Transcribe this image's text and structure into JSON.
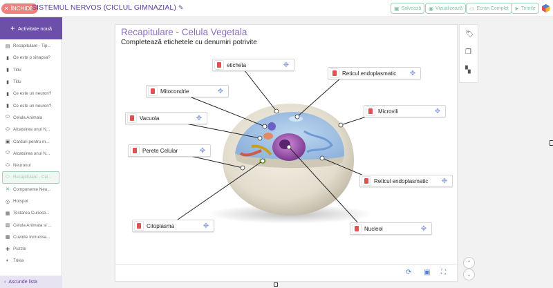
{
  "header": {
    "close_label": "ÎNCHIDE",
    "title": "SISTEMUL NERVOS (CICLUL GIMNAZIAL)",
    "buttons": [
      {
        "label": "Salvează",
        "icon": "save-icon"
      },
      {
        "label": "Vizualizează",
        "icon": "eye-icon"
      },
      {
        "label": "Ecran Complet",
        "icon": "monitor-icon"
      },
      {
        "label": "Trimite",
        "icon": "send-icon"
      }
    ]
  },
  "sidebar": {
    "new_activity": "Activitate nouă",
    "items": [
      {
        "label": "Recapitulare - Tip...",
        "icon": "slide-icon"
      },
      {
        "label": "Ce este o sinapsa?",
        "icon": "doc-icon"
      },
      {
        "label": "Titlu",
        "icon": "doc-icon"
      },
      {
        "label": "Titlu",
        "icon": "doc-icon"
      },
      {
        "label": "Ce este un neuron?",
        "icon": "doc-icon"
      },
      {
        "label": "Ce este un neuron?",
        "icon": "doc-icon"
      },
      {
        "label": "Celula Animala",
        "icon": "tag-icon"
      },
      {
        "label": "Alcatuirea unui N...",
        "icon": "tag-icon"
      },
      {
        "label": "Carduri pentru m...",
        "icon": "cards-icon"
      },
      {
        "label": "Alcatuirea unui N...",
        "icon": "tag-icon"
      },
      {
        "label": "Neuronul",
        "icon": "tag-icon"
      },
      {
        "label": "Recapitulare - Cel...",
        "icon": "tag-icon"
      },
      {
        "label": "Componente Neu...",
        "icon": "cross-icon"
      },
      {
        "label": "Hotspot",
        "icon": "target-icon"
      },
      {
        "label": "Testarea Cunosti...",
        "icon": "quiz-icon"
      },
      {
        "label": "Celula Animata si ...",
        "icon": "chart-icon"
      },
      {
        "label": "Cuvinte Incrucisa...",
        "icon": "grid-icon"
      },
      {
        "label": "Puzzle",
        "icon": "puzzle-icon"
      },
      {
        "label": "Trivia",
        "icon": "trivia-icon"
      }
    ],
    "active_index": 11,
    "collapse_label": "Ascunde lista"
  },
  "slide": {
    "title": "Recapitulare - Celula Vegetala",
    "subtitle": "Completează etichetele cu denumiri potrivite",
    "labels": [
      {
        "text": "eticheta"
      },
      {
        "text": "Reticul endoplasmatic"
      },
      {
        "text": "Mitocondrie"
      },
      {
        "text": "Microvili"
      },
      {
        "text": "Vacuola"
      },
      {
        "text": "Perete Celular"
      },
      {
        "text": "Reticul endoplasmatic"
      },
      {
        "text": "Citoplasma"
      },
      {
        "text": "Nucleol"
      }
    ]
  },
  "colors": {
    "accent": "#6b4fa8",
    "title": "#8a6fc0",
    "green_outline": "#9ad3b5",
    "close": "#f08080",
    "delete": "#e05252"
  }
}
